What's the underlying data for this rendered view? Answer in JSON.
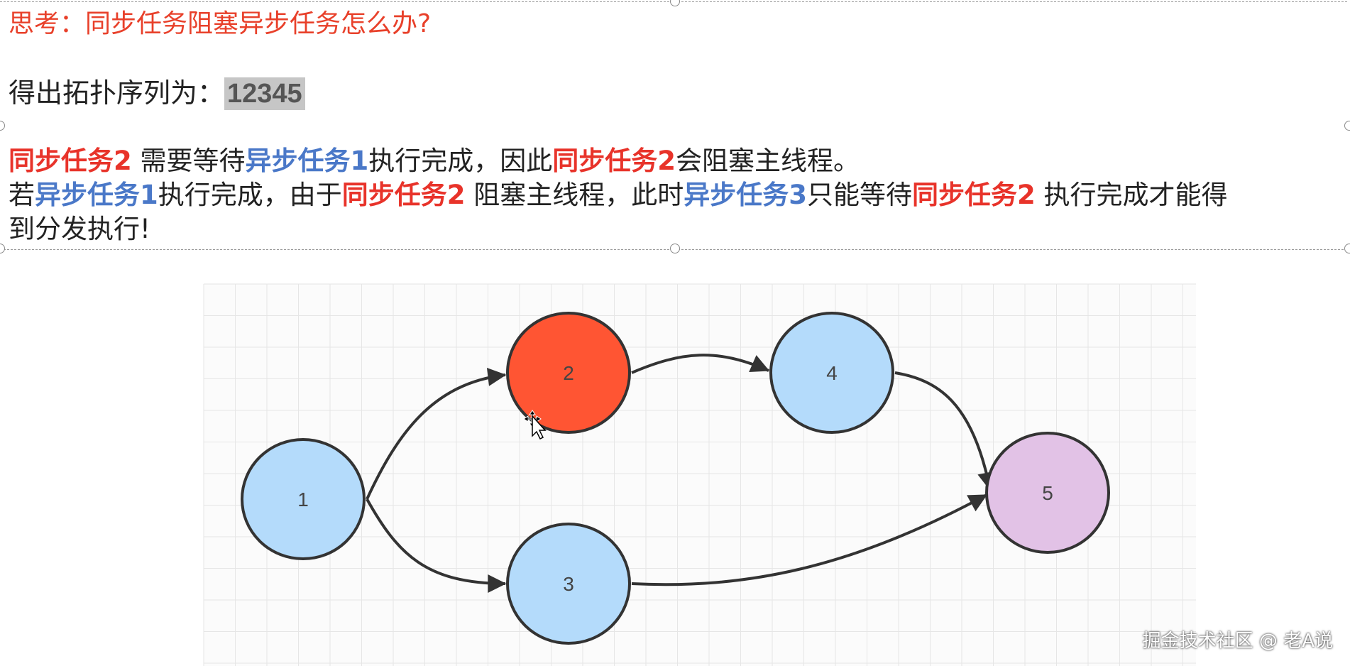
{
  "question": "思考：同步任务阻塞异步任务怎么办?",
  "topo": {
    "label": "得出拓扑序列为：",
    "value": "12345"
  },
  "paragraph": {
    "line1": [
      {
        "text": "同步任务2",
        "style": "red"
      },
      {
        "text": " 需要等待",
        "style": "plain"
      },
      {
        "text": "异步任务1",
        "style": "blue"
      },
      {
        "text": "执行完成，因此",
        "style": "plain"
      },
      {
        "text": "同步任务2",
        "style": "red"
      },
      {
        "text": "会阻塞主线程。",
        "style": "plain"
      }
    ],
    "line2": [
      {
        "text": "若",
        "style": "plain"
      },
      {
        "text": "异步任务1",
        "style": "blue"
      },
      {
        "text": "执行完成，由于",
        "style": "plain"
      },
      {
        "text": "同步任务2",
        "style": "red"
      },
      {
        "text": " 阻塞主线程，此时",
        "style": "plain"
      },
      {
        "text": "异步任务3",
        "style": "blue"
      },
      {
        "text": "只能等待",
        "style": "plain"
      },
      {
        "text": "同步任务2",
        "style": "red"
      },
      {
        "text": " 执行完成才能得",
        "style": "plain"
      }
    ],
    "line3": [
      {
        "text": "到分发执行!",
        "style": "plain"
      }
    ]
  },
  "colors": {
    "red_text": "#e8332a",
    "blue_text": "#4a78c8",
    "node_blue": "#b4dbfb",
    "node_red": "#ff5533",
    "node_purple": "#e2c2e6",
    "stroke": "#333333",
    "grid": "#e6e6e6"
  },
  "graph": {
    "nodes": [
      {
        "id": "1",
        "label": "1",
        "color": "node_blue"
      },
      {
        "id": "2",
        "label": "2",
        "color": "node_red"
      },
      {
        "id": "3",
        "label": "3",
        "color": "node_blue"
      },
      {
        "id": "4",
        "label": "4",
        "color": "node_blue"
      },
      {
        "id": "5",
        "label": "5",
        "color": "node_purple"
      }
    ],
    "edges": [
      {
        "from": "1",
        "to": "2"
      },
      {
        "from": "1",
        "to": "3"
      },
      {
        "from": "2",
        "to": "4"
      },
      {
        "from": "4",
        "to": "5"
      },
      {
        "from": "3",
        "to": "5"
      }
    ]
  },
  "watermark": "掘金技术社区 @ 老A说"
}
